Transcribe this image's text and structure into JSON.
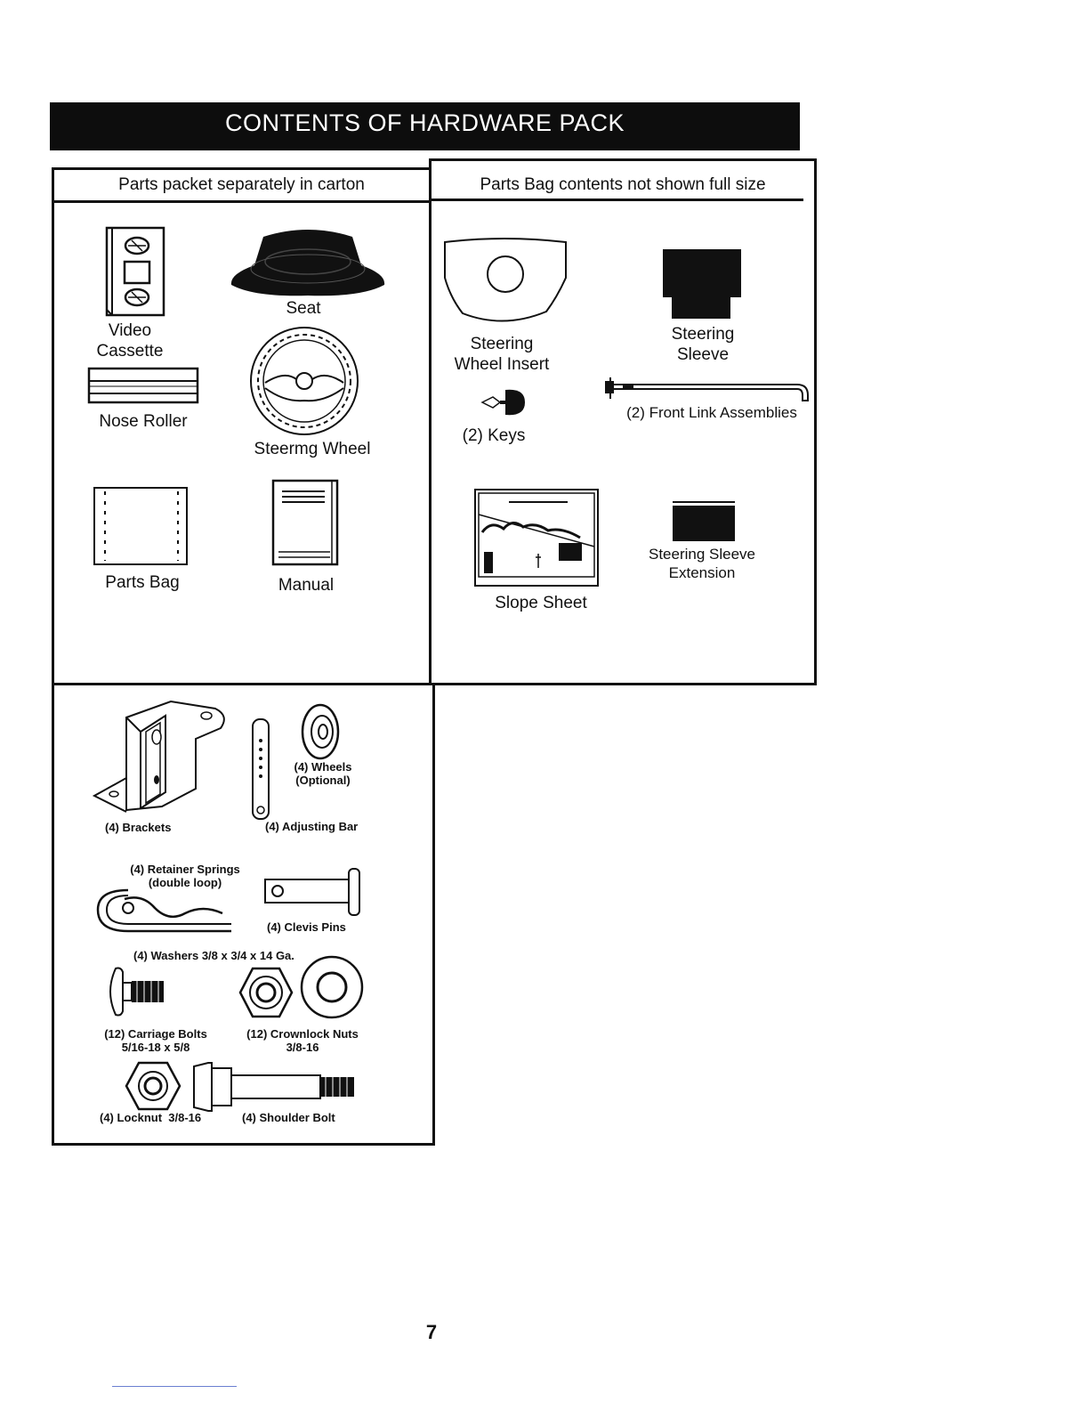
{
  "banner_title": "CONTENTS OF HARDWARE PACK",
  "left_panel": {
    "header": "Parts packet separately in carton",
    "items": {
      "video_cassette": "Video\nCassette",
      "seat": "Seat",
      "nose_roller": "Nose Roller",
      "steering_wheel": "Steermg Wheel",
      "parts_bag": "Parts Bag",
      "manual": "Manual"
    }
  },
  "right_panel": {
    "header": "Parts Bag contents not shown full size",
    "items": {
      "steering_wheel_insert": "Steering\nWheel Insert",
      "steering_sleeve": "Steering\nSleeve",
      "keys": "(2) Keys",
      "front_link": "(2) Front Link Assemblies",
      "slope_sheet": "Slope Sheet",
      "sleeve_extension": "Steering Sleeve\nExtension"
    }
  },
  "bottom_panel": {
    "brackets": "(4) Brackets",
    "wheels": "(4) Wheels\n(Optional)",
    "adjusting_bar": "(4) Adjusting Bar",
    "retainer_springs": "(4) Retainer Springs\n(double loop)",
    "clevis_pins": "(4) Clevis Pins",
    "washers": "(4) Washers 3/8 x 3/4 x 14 Ga.",
    "carriage_bolts": "(12) Carriage Bolts\n5/16-18 x 5/8",
    "crownlock_nuts": "(12) Crownlock Nuts\n3/8-16",
    "locknut": "(4) Locknut  3/8-16",
    "shoulder_bolt": "(4) Shoulder Bolt"
  },
  "page_number": "7"
}
